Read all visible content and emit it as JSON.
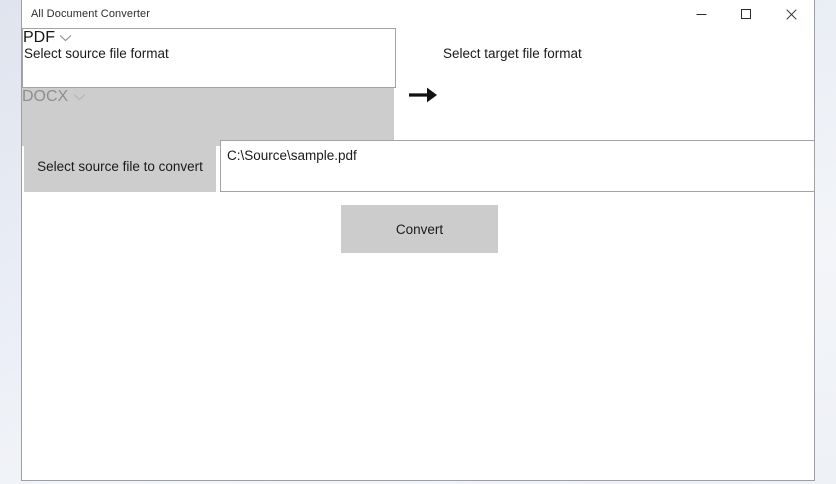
{
  "window": {
    "title": "All Document Converter",
    "controls": [
      {
        "name": "minimize",
        "label": "─"
      },
      {
        "name": "maximize",
        "label": "□"
      },
      {
        "name": "close",
        "label": "✕"
      }
    ]
  },
  "form": {
    "source": {
      "label": "Select source file format",
      "value": "PDF",
      "chevron_icon": "chevron-down-icon",
      "enabled": true
    },
    "transform_icon": "arrow-right-icon",
    "target": {
      "label": "Select target file format",
      "value": "DOCX",
      "chevron_icon": "chevron-down-icon",
      "enabled": false
    },
    "select_file_button": "Select source file to convert",
    "file_path": "C:\\Source\\sample.pdf",
    "convert_button": "Convert"
  },
  "colors": {
    "window_background": "#ffffff",
    "disabled_fill": "#cdcdcd",
    "button_fill": "#cccccc",
    "border": "#a3a3a3",
    "text": "#1a1a1a",
    "disabled_text": "#8e8e8e"
  }
}
